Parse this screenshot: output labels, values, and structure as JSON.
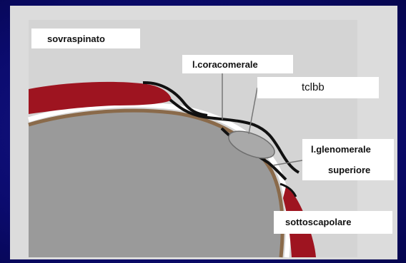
{
  "labels": {
    "sovraspinato": "sovraspinato",
    "coracomerale": "l.coracomerale",
    "tclbb": "tclbb",
    "glenomerale_line1": "l.glenomerale",
    "glenomerale_line2": "superiore",
    "sottoscapolare": "sottoscapolare"
  },
  "colors": {
    "background": "#0b0b6e",
    "panel": "#dcdcdc",
    "humeral_head": "#9a9a9a",
    "cartilage_rim": "#8a6a4a",
    "muscle": "#9e1420",
    "ligament": "#111111",
    "tendon": "#a9a9a9",
    "label_bg": "#ffffff"
  }
}
